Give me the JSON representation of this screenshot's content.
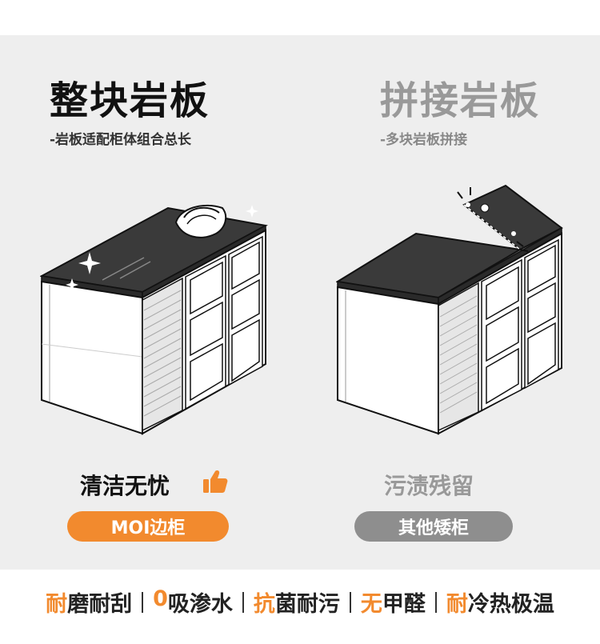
{
  "colors": {
    "accent": "#f28a2e",
    "gray_pill": "#8e8e8e",
    "panel_bg": "#eeeeee",
    "stone": "#3a3a3a"
  },
  "left": {
    "title": "整块岩板",
    "subtitle": "-岩板适配柜体组合总长",
    "caption": "清洁无忧",
    "caption_icon": "thumbs-up-icon",
    "pill": "MOI边柜"
  },
  "right": {
    "title": "拼接岩板",
    "subtitle": "-多块岩板拼接",
    "caption": "污渍残留",
    "pill": "其他矮柜"
  },
  "features": [
    {
      "hl": "耐",
      "rest": "磨耐刮"
    },
    {
      "hl": "0",
      "rest": "吸渗水"
    },
    {
      "hl": "抗",
      "rest": "菌耐污"
    },
    {
      "hl": "无",
      "rest": "甲醛"
    },
    {
      "hl": "耐",
      "rest": "冷热极温"
    }
  ]
}
